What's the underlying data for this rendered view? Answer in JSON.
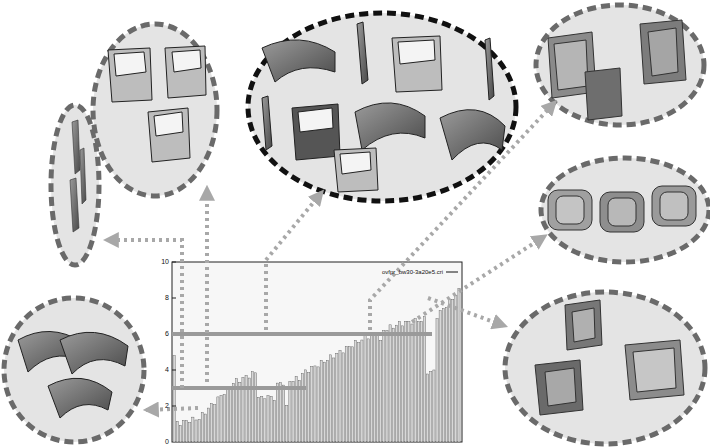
{
  "diagram": {
    "labels": [
      "10",
      "8",
      "6",
      "4",
      "2",
      "0"
    ],
    "legend": [
      {
        "text": "ovfpr_bw30-3a20e5.cri"
      }
    ]
  }
}
